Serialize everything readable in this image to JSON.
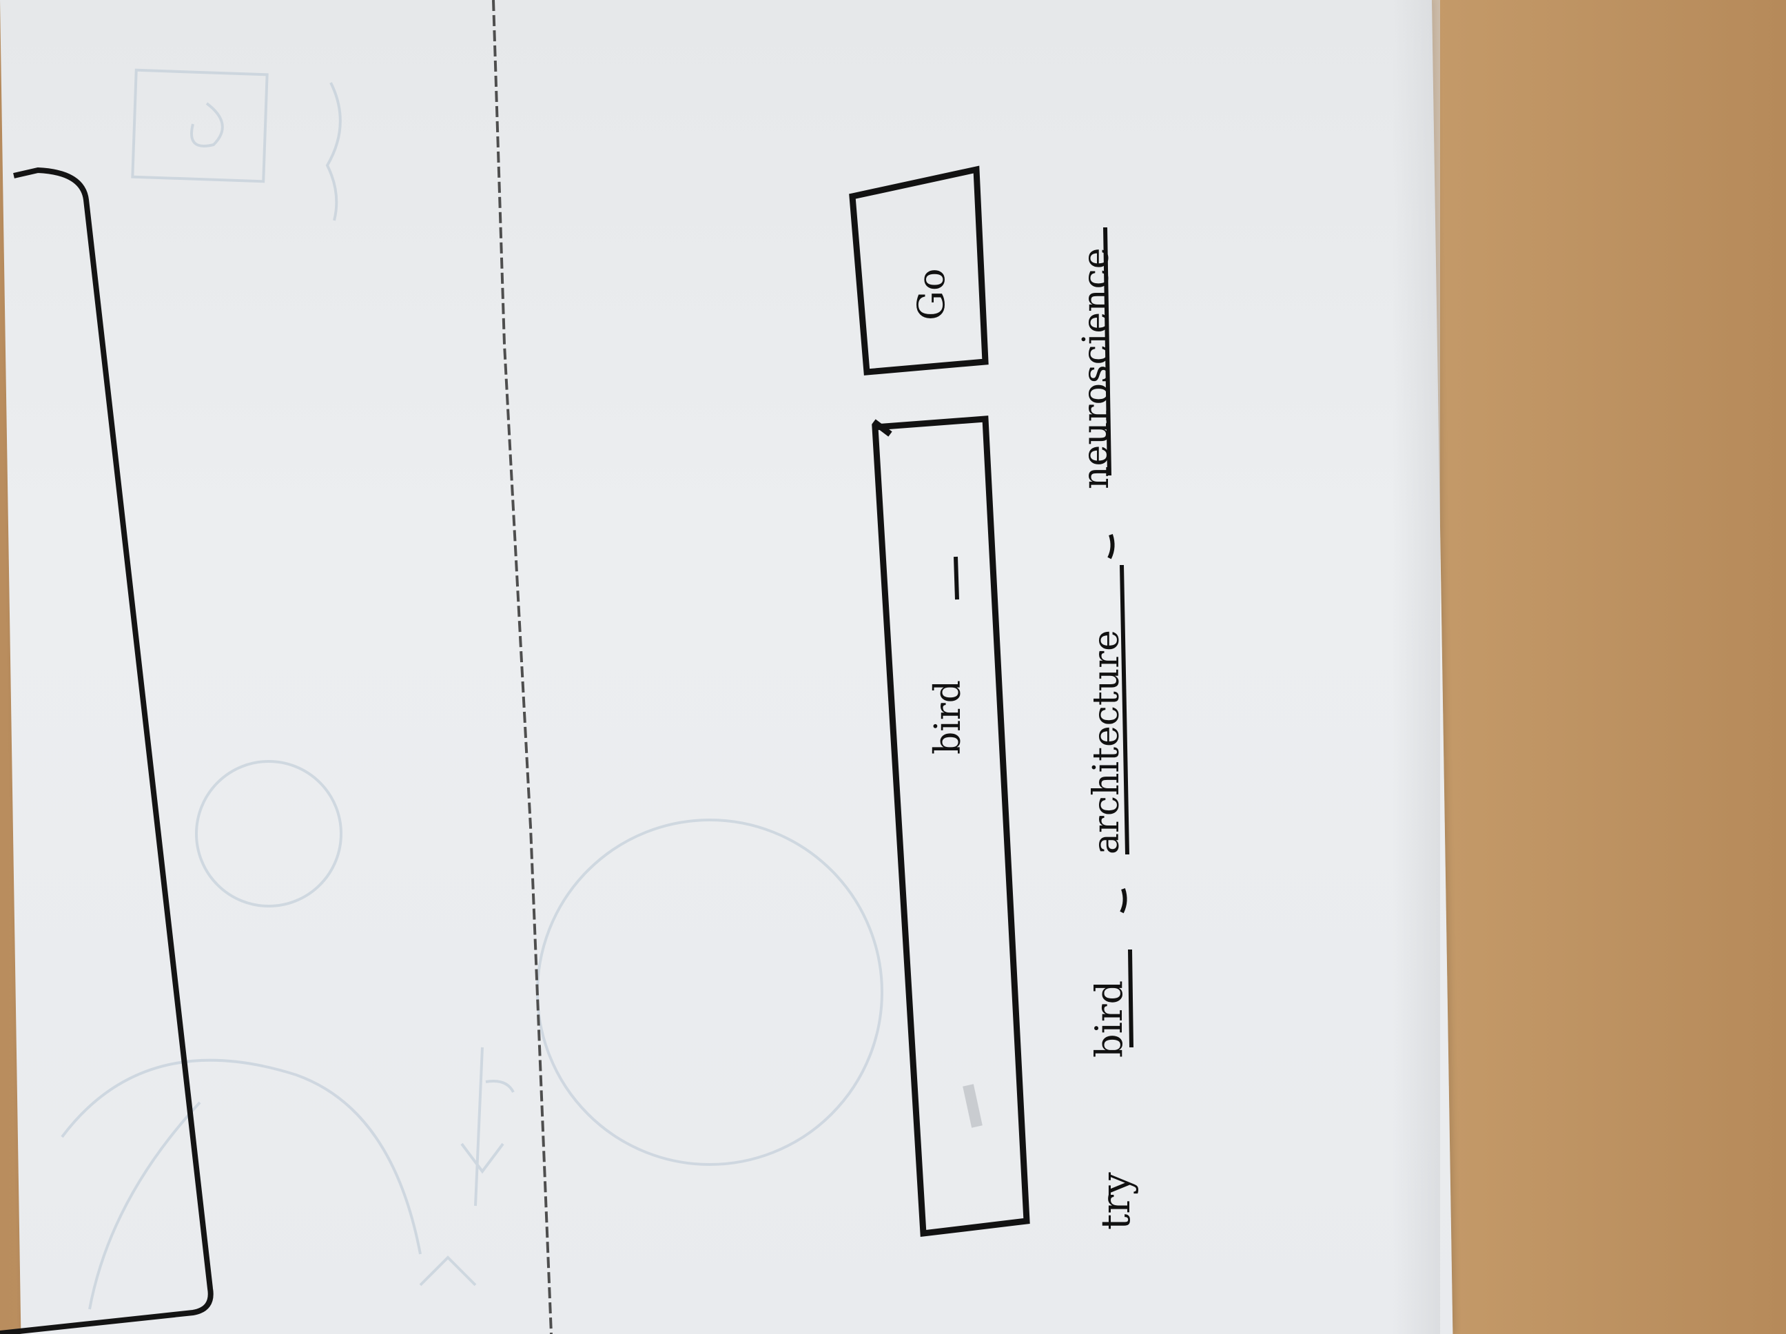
{
  "search_bar": {
    "query": "bird"
  },
  "go_button": {
    "label": "Go"
  },
  "suggestions": {
    "prefix": "try",
    "items": [
      {
        "label": "bird"
      },
      {
        "label": "architecture"
      },
      {
        "label": "neuroscience"
      }
    ]
  }
}
